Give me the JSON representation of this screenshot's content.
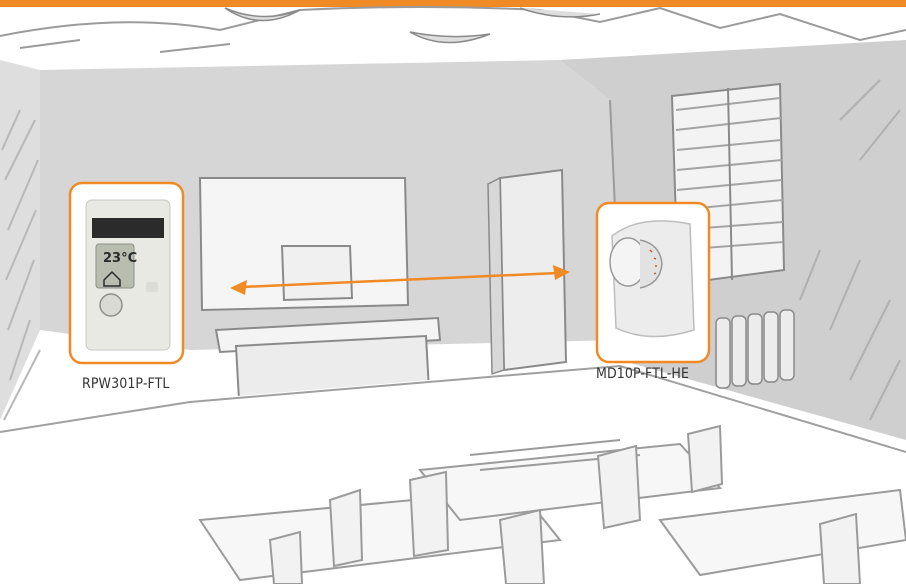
{
  "colors": {
    "accent": "#f08a24",
    "room_fill": "#d6d6d6",
    "room_shade": "#c5c5c5",
    "line": "#9b9b9b",
    "background": "#ffffff"
  },
  "devices": [
    {
      "name": "RPW301P-FTL",
      "display_value": "23",
      "display_unit": "°C"
    },
    {
      "name": "MD10P-FTL-HE"
    }
  ],
  "link": {
    "type": "bidirectional-arrow"
  }
}
